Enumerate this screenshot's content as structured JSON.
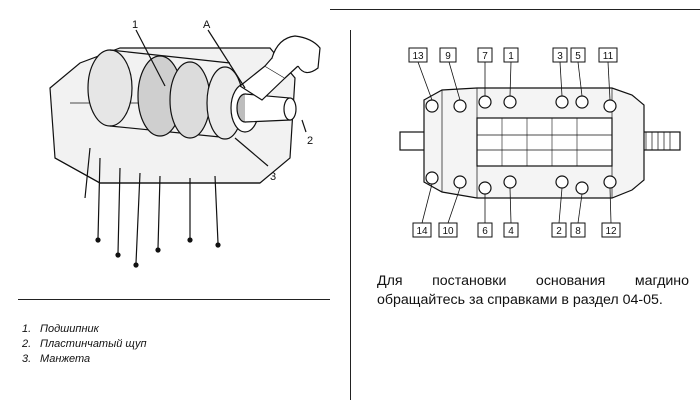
{
  "figure_left": {
    "callouts": [
      {
        "id": "callout-1",
        "text": "1"
      },
      {
        "id": "callout-a",
        "text": "A"
      },
      {
        "id": "callout-2",
        "text": "2"
      },
      {
        "id": "callout-3",
        "text": "3"
      }
    ]
  },
  "figure_right": {
    "bolts_top": [
      "13",
      "9",
      "7",
      "1",
      "3",
      "5",
      "11"
    ],
    "bolts_bottom": [
      "14",
      "10",
      "6",
      "4",
      "2",
      "8",
      "12"
    ]
  },
  "legend": [
    {
      "num": "1.",
      "text": "Подшипник"
    },
    {
      "num": "2.",
      "text": "Пластинчатый щуп"
    },
    {
      "num": "3.",
      "text": "Манжета"
    }
  ],
  "paragraph": "Для постановки основания магдино обращайтесь за справками в раздел 04-05."
}
